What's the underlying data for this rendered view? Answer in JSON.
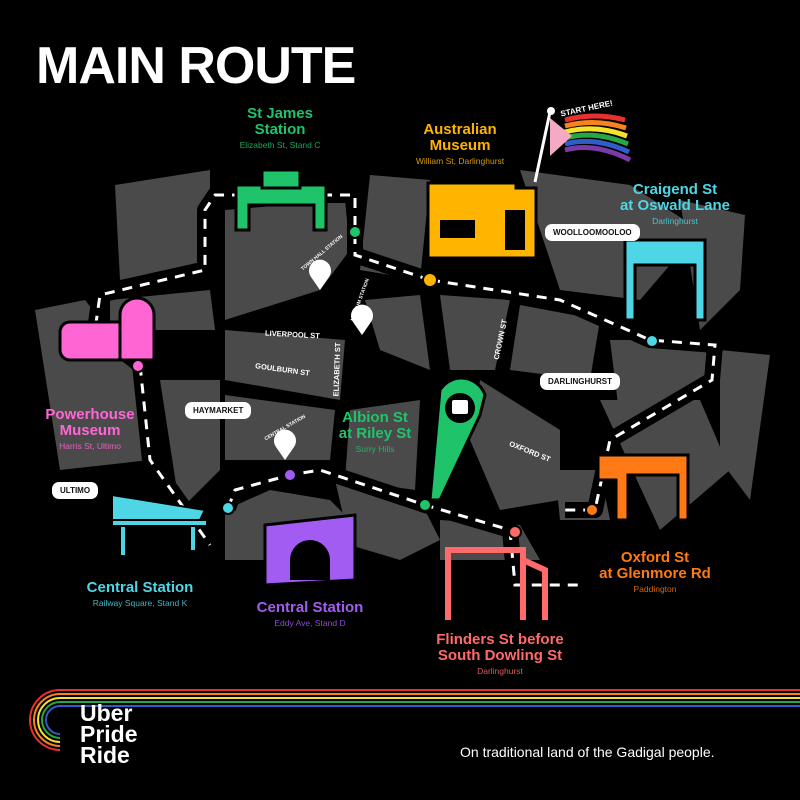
{
  "title": "MAIN ROUTE",
  "flag_label": "START HERE!",
  "landmarks": [
    {
      "name1": "St James",
      "name2": "Station",
      "sub": "Elizabeth St, Stand C",
      "color": "#1fc46a"
    },
    {
      "name1": "Australian",
      "name2": "Museum",
      "sub": "William St, Darlinghurst",
      "color": "#ffb400"
    },
    {
      "name1": "Craigend St",
      "name2": "at Oswald Lane",
      "sub": "Darlinghurst",
      "color": "#4fd6e6"
    },
    {
      "name1": "Powerhouse",
      "name2": "Museum",
      "sub": "Harris St, Ultimo",
      "color": "#ff66d4"
    },
    {
      "name1": "Albion St",
      "name2": "at Riley St",
      "sub": "Surry Hills",
      "color": "#1fc46a"
    },
    {
      "name1": "Central Station",
      "name2": "",
      "sub": "Railway Square, Stand K",
      "color": "#4fd6e6"
    },
    {
      "name1": "Central Station",
      "name2": "",
      "sub": "Eddy Ave, Stand D",
      "color": "#a35cf2"
    },
    {
      "name1": "Flinders St before",
      "name2": "South Dowling St",
      "sub": "Darlinghurst",
      "color": "#ff6b6b"
    },
    {
      "name1": "Oxford St",
      "name2": "at Glenmore Rd",
      "sub": "Paddington",
      "color": "#ff7a14"
    }
  ],
  "suburbs": {
    "woolloomooloo": "WOOLLOOMOOLOO",
    "darlinghurst": "DARLINGHURST",
    "haymarket": "HAYMARKET",
    "ultimo": "ULTIMO"
  },
  "streets": {
    "liverpool": "LIVERPOOL ST",
    "goulburn": "GOULBURN ST",
    "elizabeth": "ELIZABETH ST",
    "crown": "CROWN ST",
    "oxford": "OXFORD ST"
  },
  "stations": {
    "town_hall": "TOWN HALL STATION",
    "museum": "MUSEUM STATION",
    "central": "CENTRAL STATION"
  },
  "logo": {
    "l1": "Uber",
    "l2": "Pride",
    "l3": "Ride"
  },
  "footer": "On traditional land of the Gadigal people."
}
